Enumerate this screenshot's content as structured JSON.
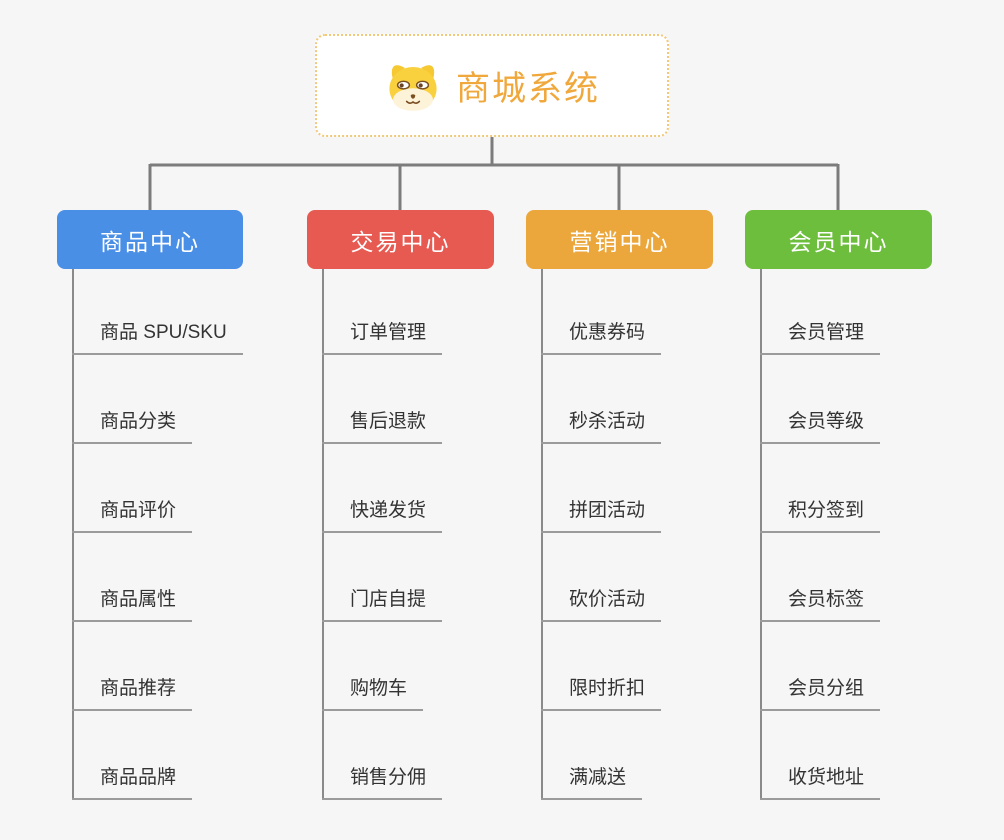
{
  "root": {
    "title": "商城系统",
    "icon": "dog-face-icon",
    "accent_color": "#f0a83c",
    "border_color": "#f3c878",
    "background": "#ffffff"
  },
  "connectors": {
    "color": "#7c7c7c",
    "trunk_color": "#8a8a8a",
    "underline_color": "#9b9b9b"
  },
  "page_background": "#f6f6f6",
  "branches": [
    {
      "label": "商品中心",
      "color": "#4a8fe6",
      "items": [
        "商品 SPU/SKU",
        "商品分类",
        "商品评价",
        "商品属性",
        "商品推荐",
        "商品品牌"
      ]
    },
    {
      "label": "交易中心",
      "color": "#e75a52",
      "items": [
        "订单管理",
        "售后退款",
        "快递发货",
        "门店自提",
        "购物车",
        "销售分佣"
      ]
    },
    {
      "label": "营销中心",
      "color": "#eba73c",
      "items": [
        "优惠券码",
        "秒杀活动",
        "拼团活动",
        "砍价活动",
        "限时折扣",
        "满减送"
      ]
    },
    {
      "label": "会员中心",
      "color": "#6ebe3e",
      "items": [
        "会员管理",
        "会员等级",
        "积分签到",
        "会员标签",
        "会员分组",
        "收货地址"
      ]
    }
  ]
}
